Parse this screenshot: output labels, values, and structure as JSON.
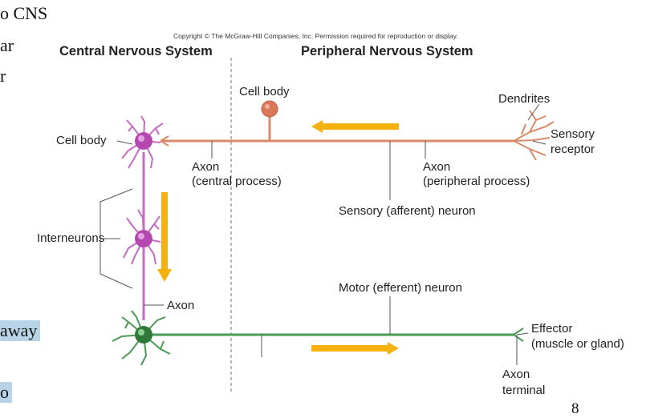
{
  "slide": {
    "partial_lines": [
      "o CNS",
      "ar",
      "r"
    ],
    "highlight_lines": [
      "away",
      "o"
    ],
    "page_number": "8"
  },
  "diagram": {
    "copyright": "Copyright © The McGraw-Hill Companies, Inc. Permission required for reproduction or display.",
    "left_header": "Central Nervous System",
    "right_header": "Peripheral Nervous System",
    "labels": {
      "cell_body_top": "Cell body",
      "cell_body_left": "Cell body",
      "dendrites": "Dendrites",
      "sensory_receptor_1": "Sensory",
      "sensory_receptor_2": "receptor",
      "axon_central_1": "Axon",
      "axon_central_2": "(central process)",
      "axon_peripheral_1": "Axon",
      "axon_peripheral_2": "(peripheral process)",
      "sensory_neuron": "Sensory (afferent) neuron",
      "interneurons": "Interneurons",
      "axon_motor": "Axon",
      "motor_neuron": "Motor (efferent) neuron",
      "effector_1": "Effector",
      "effector_2": "(muscle or gland)",
      "axon_terminal_1": "Axon",
      "axon_terminal_2": "terminal"
    },
    "colors": {
      "sensory": "#d98a6a",
      "inter": "#c66bc2",
      "motor": "#4b9a55",
      "arrow": "#f7b10f",
      "divider": "#888888"
    }
  }
}
